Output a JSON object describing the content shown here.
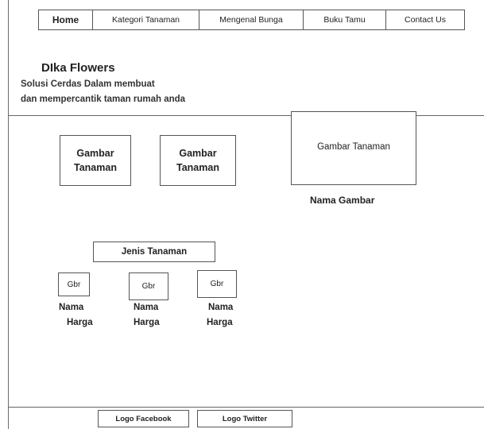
{
  "nav": {
    "items": [
      {
        "label": "Home"
      },
      {
        "label": "Kategori Tanaman"
      },
      {
        "label": "Mengenal Bunga"
      },
      {
        "label": "Buku Tamu"
      },
      {
        "label": "Contact Us"
      }
    ]
  },
  "header": {
    "brand": "DIka Flowers",
    "tagline_line1": "Solusi Cerdas Dalam membuat",
    "tagline_line2": "dan mempercantik taman rumah anda"
  },
  "gallery": {
    "thumb1_line1": "Gambar",
    "thumb1_line2": "Tanaman",
    "thumb2_line1": "Gambar",
    "thumb2_line2": "Tanaman",
    "featured_label": "Gambar Tanaman",
    "featured_name": "Nama Gambar"
  },
  "products": {
    "section_label": "Jenis Tanaman",
    "items": [
      {
        "image_label": "Gbr",
        "name": "Nama",
        "price": "Harga"
      },
      {
        "image_label": "Gbr",
        "name": "Nama",
        "price": "Harga"
      },
      {
        "image_label": "Gbr",
        "name": "Nama",
        "price": "Harga"
      }
    ]
  },
  "footer": {
    "facebook_label": "Logo Facebook",
    "twitter_label": "Logo Twitter"
  }
}
